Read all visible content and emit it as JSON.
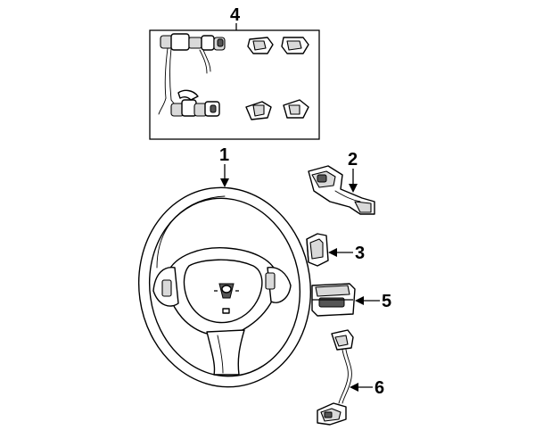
{
  "callouts": {
    "c1": "1",
    "c2": "2",
    "c3": "3",
    "c4": "4",
    "c5": "5",
    "c6": "6"
  },
  "icons": {
    "steering_wheel": "steering-wheel-icon",
    "switch_kit": "switch-kit-icon",
    "speed_control_switch": "speed-control-switch-icon",
    "switch_cover": "switch-cover-icon",
    "radio_control_switch": "radio-control-switch-icon",
    "wire_harness": "wire-harness-icon"
  }
}
